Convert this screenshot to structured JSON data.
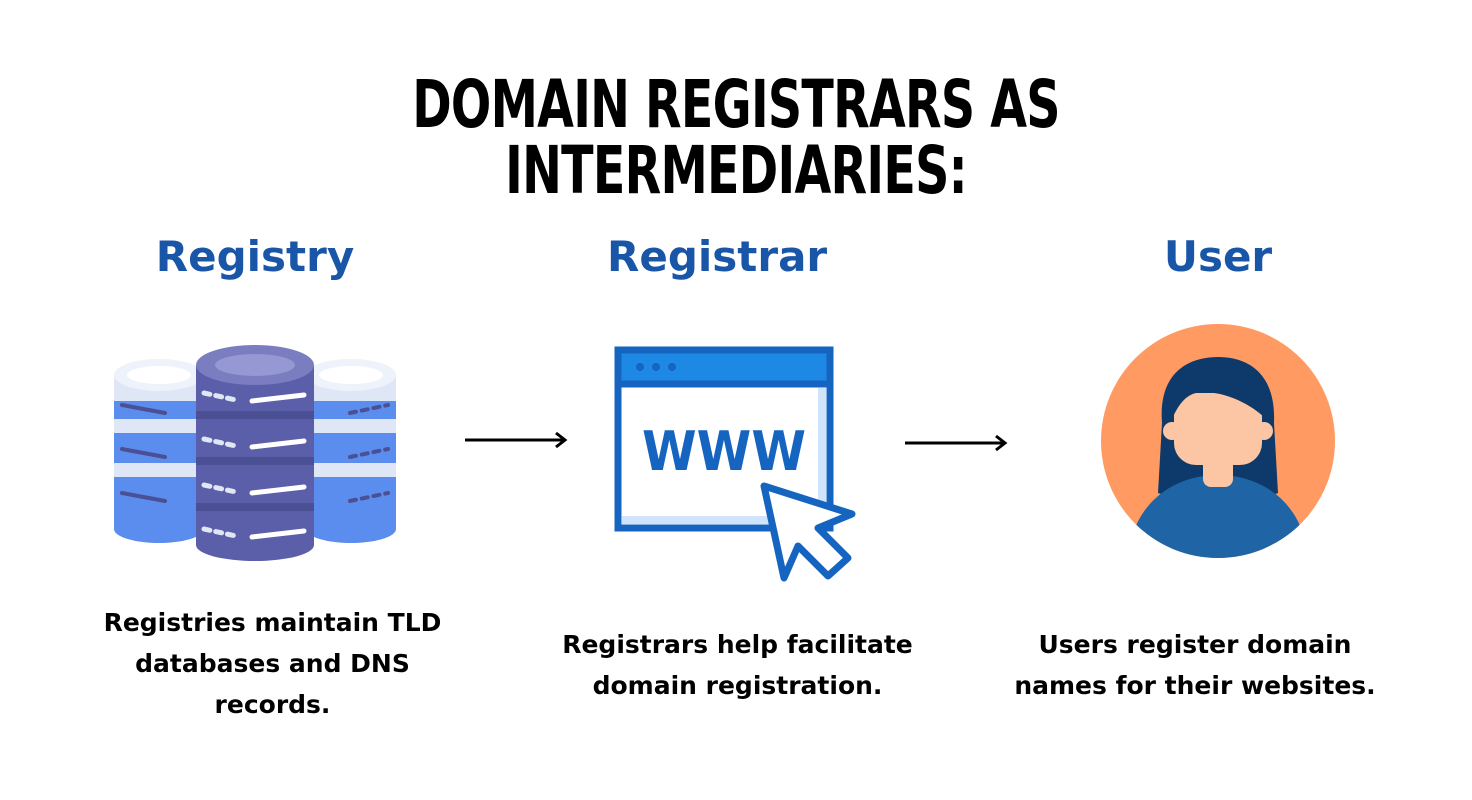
{
  "title": "Domain Registrars as Intermediaries:",
  "columns": [
    {
      "heading": "Registry",
      "icon": "database-server-icon",
      "description": "Registries maintain TLD databases and DNS records."
    },
    {
      "heading": "Registrar",
      "icon": "browser-www-cursor-icon",
      "description": "Registrars help facilitate domain registration.",
      "icon_text": "WWW"
    },
    {
      "heading": "User",
      "icon": "user-avatar-icon",
      "description": "Users register domain names for their websites."
    }
  ],
  "colors": {
    "heading": "#1a56a8",
    "accent_blue": "#1565c0",
    "avatar_bg": "#ff9a62",
    "server_purple": "#5b5ea8",
    "server_blue": "#5b8def"
  }
}
